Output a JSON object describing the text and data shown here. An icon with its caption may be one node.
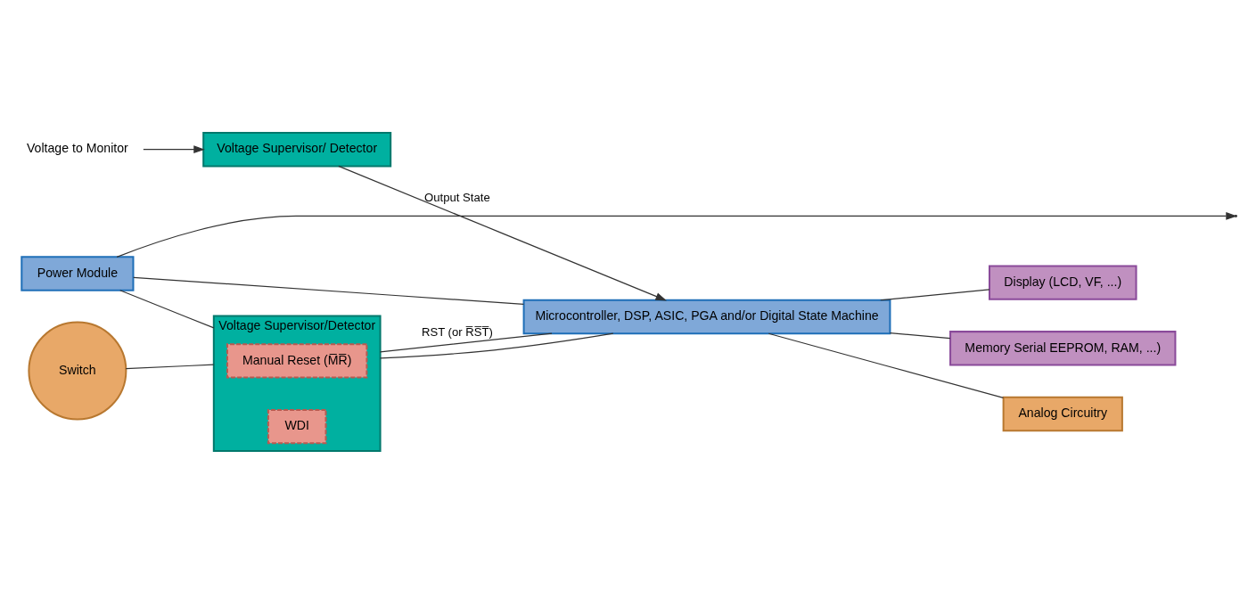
{
  "diagram": {
    "nodes": [
      {
        "text": [
          "Power Module"
        ]
      },
      {
        "text": [
          "Voltage Supervisor/Detector"
        ]
      },
      {
        "text": [
          "Manual Reset (M̅R̅)"
        ],
        "in": 1
      },
      {
        "text": [
          "WDI"
        ],
        "in": 1
      },
      {
        "text": [
          "Switch"
        ]
      },
      {
        "text": [
          "Display (LCD, VF, ...)"
        ]
      },
      {
        "text": [
          "Microcontroller, DSP, ASIC, PGA and/or Digital State Machine"
        ]
      },
      {
        "text": [
          "Memory Serial EEPROM, RAM, ...)"
        ]
      },
      {
        "text": [
          "Analog Circuitry"
        ]
      },
      {
        "text": [
          "Voltage to Monitor"
        ]
      },
      {
        "text": [
          "Voltage Supervisor/ Detector"
        ]
      }
    ],
    "edges": [
      {
        "from": 0,
        "to": 1,
        "arrow": "none"
      },
      {
        "from": 0,
        "to": 6,
        "arrow": "none"
      },
      {
        "from": 0,
        "to": null,
        "arrow": "to"
      },
      {
        "from": 1,
        "to": 6,
        "arrow": "none",
        "label": "RST (or R̅S̅T̅)"
      },
      {
        "from": 1,
        "to": 6,
        "arrow": "none"
      },
      {
        "from": 4,
        "to": 1,
        "arrow": "none"
      },
      {
        "from": 6,
        "to": 5,
        "arrow": "none"
      },
      {
        "from": 6,
        "to": 7,
        "arrow": "none"
      },
      {
        "from": 6,
        "to": 8,
        "arrow": "none"
      },
      {
        "from": 10,
        "to": 6,
        "arrow": "to",
        "label": "Output State"
      },
      {
        "from": 9,
        "to": 10,
        "arrow": "to"
      }
    ]
  }
}
